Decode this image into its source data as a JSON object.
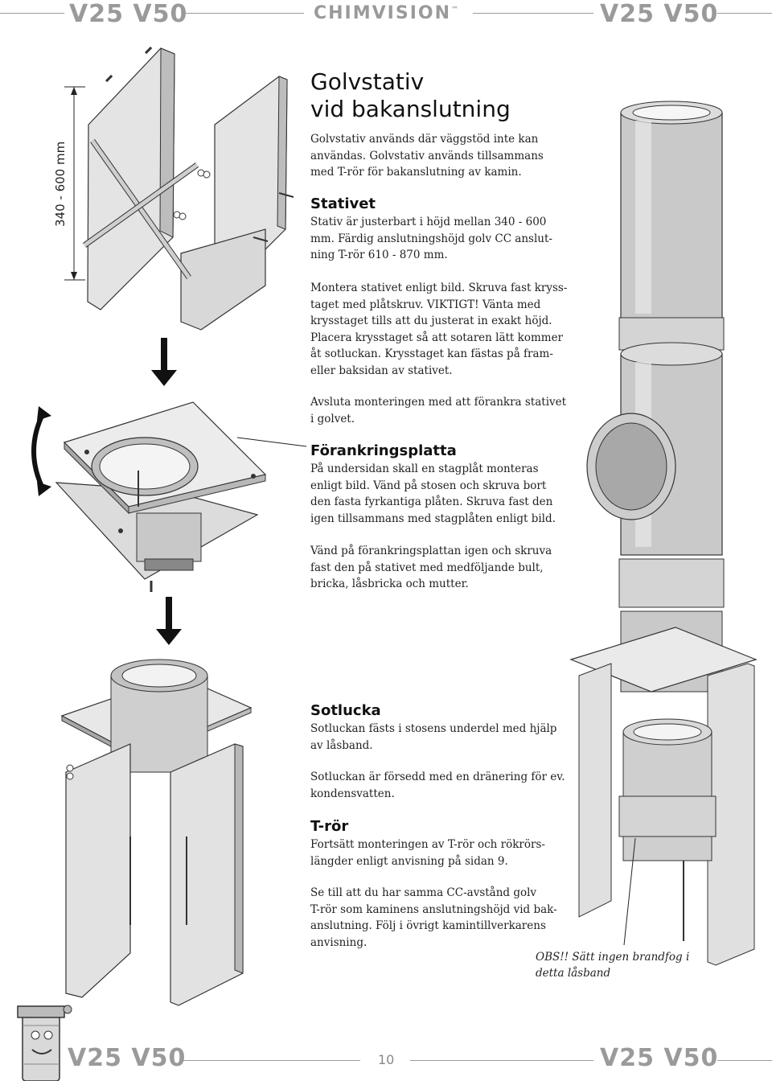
{
  "header": {
    "brand_left": "V25 V50",
    "brand_center": "CHIMVISION",
    "brand_tm": "™",
    "brand_right": "V25 V50"
  },
  "footer": {
    "brand_left": "V25 V50",
    "page_number": "10",
    "brand_right": "V25 V50"
  },
  "dimension_label": "340 - 600 mm",
  "sections": {
    "main_title_line1": "Golvstativ",
    "main_title_line2": "vid bakanslutning",
    "intro": [
      "Golvstativ används där väggstöd inte kan",
      "användas. Golvstativ används tillsammans",
      "med T-rör för bakanslutning av kamin."
    ],
    "stativet_heading": "Stativet",
    "stativet_text": [
      "Stativ är justerbart i höjd mellan 340 - 600",
      "mm. Färdig anslutningshöjd golv CC anslut-",
      "ning T-rör 610 - 870 mm."
    ],
    "montera_text": [
      "Montera stativet enligt bild. Skruva fast kryss-",
      "taget med plåtskruv. VIKTIGT! Vänta med",
      "krysstaget tills att du justerat in exakt höjd.",
      "Placera krysstaget så att sotaren lätt kommer",
      "åt sotluckan. Krysstaget kan fästas på fram-",
      "eller baksidan av stativet."
    ],
    "avsluta_text": [
      "Avsluta monteringen med att förankra stativet",
      "i golvet."
    ],
    "forankring_heading": "Förankringsplatta",
    "forankring_text": [
      "På undersidan skall en stagplåt monteras",
      "enligt bild. Vänd på stosen och skruva bort",
      "den fasta fyrkantiga plåten. Skruva fast den",
      "igen tillsammans med stagplåten enligt bild."
    ],
    "vand_text": [
      "Vänd på förankringsplattan igen och skruva",
      "fast den på stativet med medföljande bult,",
      "bricka, låsbricka och mutter."
    ],
    "sotlucka_heading": "Sotlucka",
    "sotlucka_text": [
      "Sotluckan fästs i stosens underdel med hjälp",
      "av låsband."
    ],
    "sotlucka_text2": [
      "Sotluckan är försedd med en dränering för ev.",
      "kondensvatten."
    ],
    "trör_heading": "T-rör",
    "trör_text": [
      "Fortsätt monteringen av T-rör och rökrörs-",
      "längder enligt anvisning på sidan 9."
    ],
    "se_till_text": [
      "Se till att du har samma CC-avstånd golv",
      "T-rör som kaminens anslutningshöjd vid bak-",
      "anslutning. Följ i övrigt kamintillverkarens",
      "anvisning."
    ],
    "obs_note": [
      "OBS!! Sätt ingen brandfog i",
      "detta låsband"
    ]
  },
  "colors": {
    "brand_gray": "#9a9a9a",
    "metal_light": "#e6e6e6",
    "metal_mid": "#c4c4c4",
    "metal_dark": "#8a8a8a",
    "outline": "#333333"
  }
}
